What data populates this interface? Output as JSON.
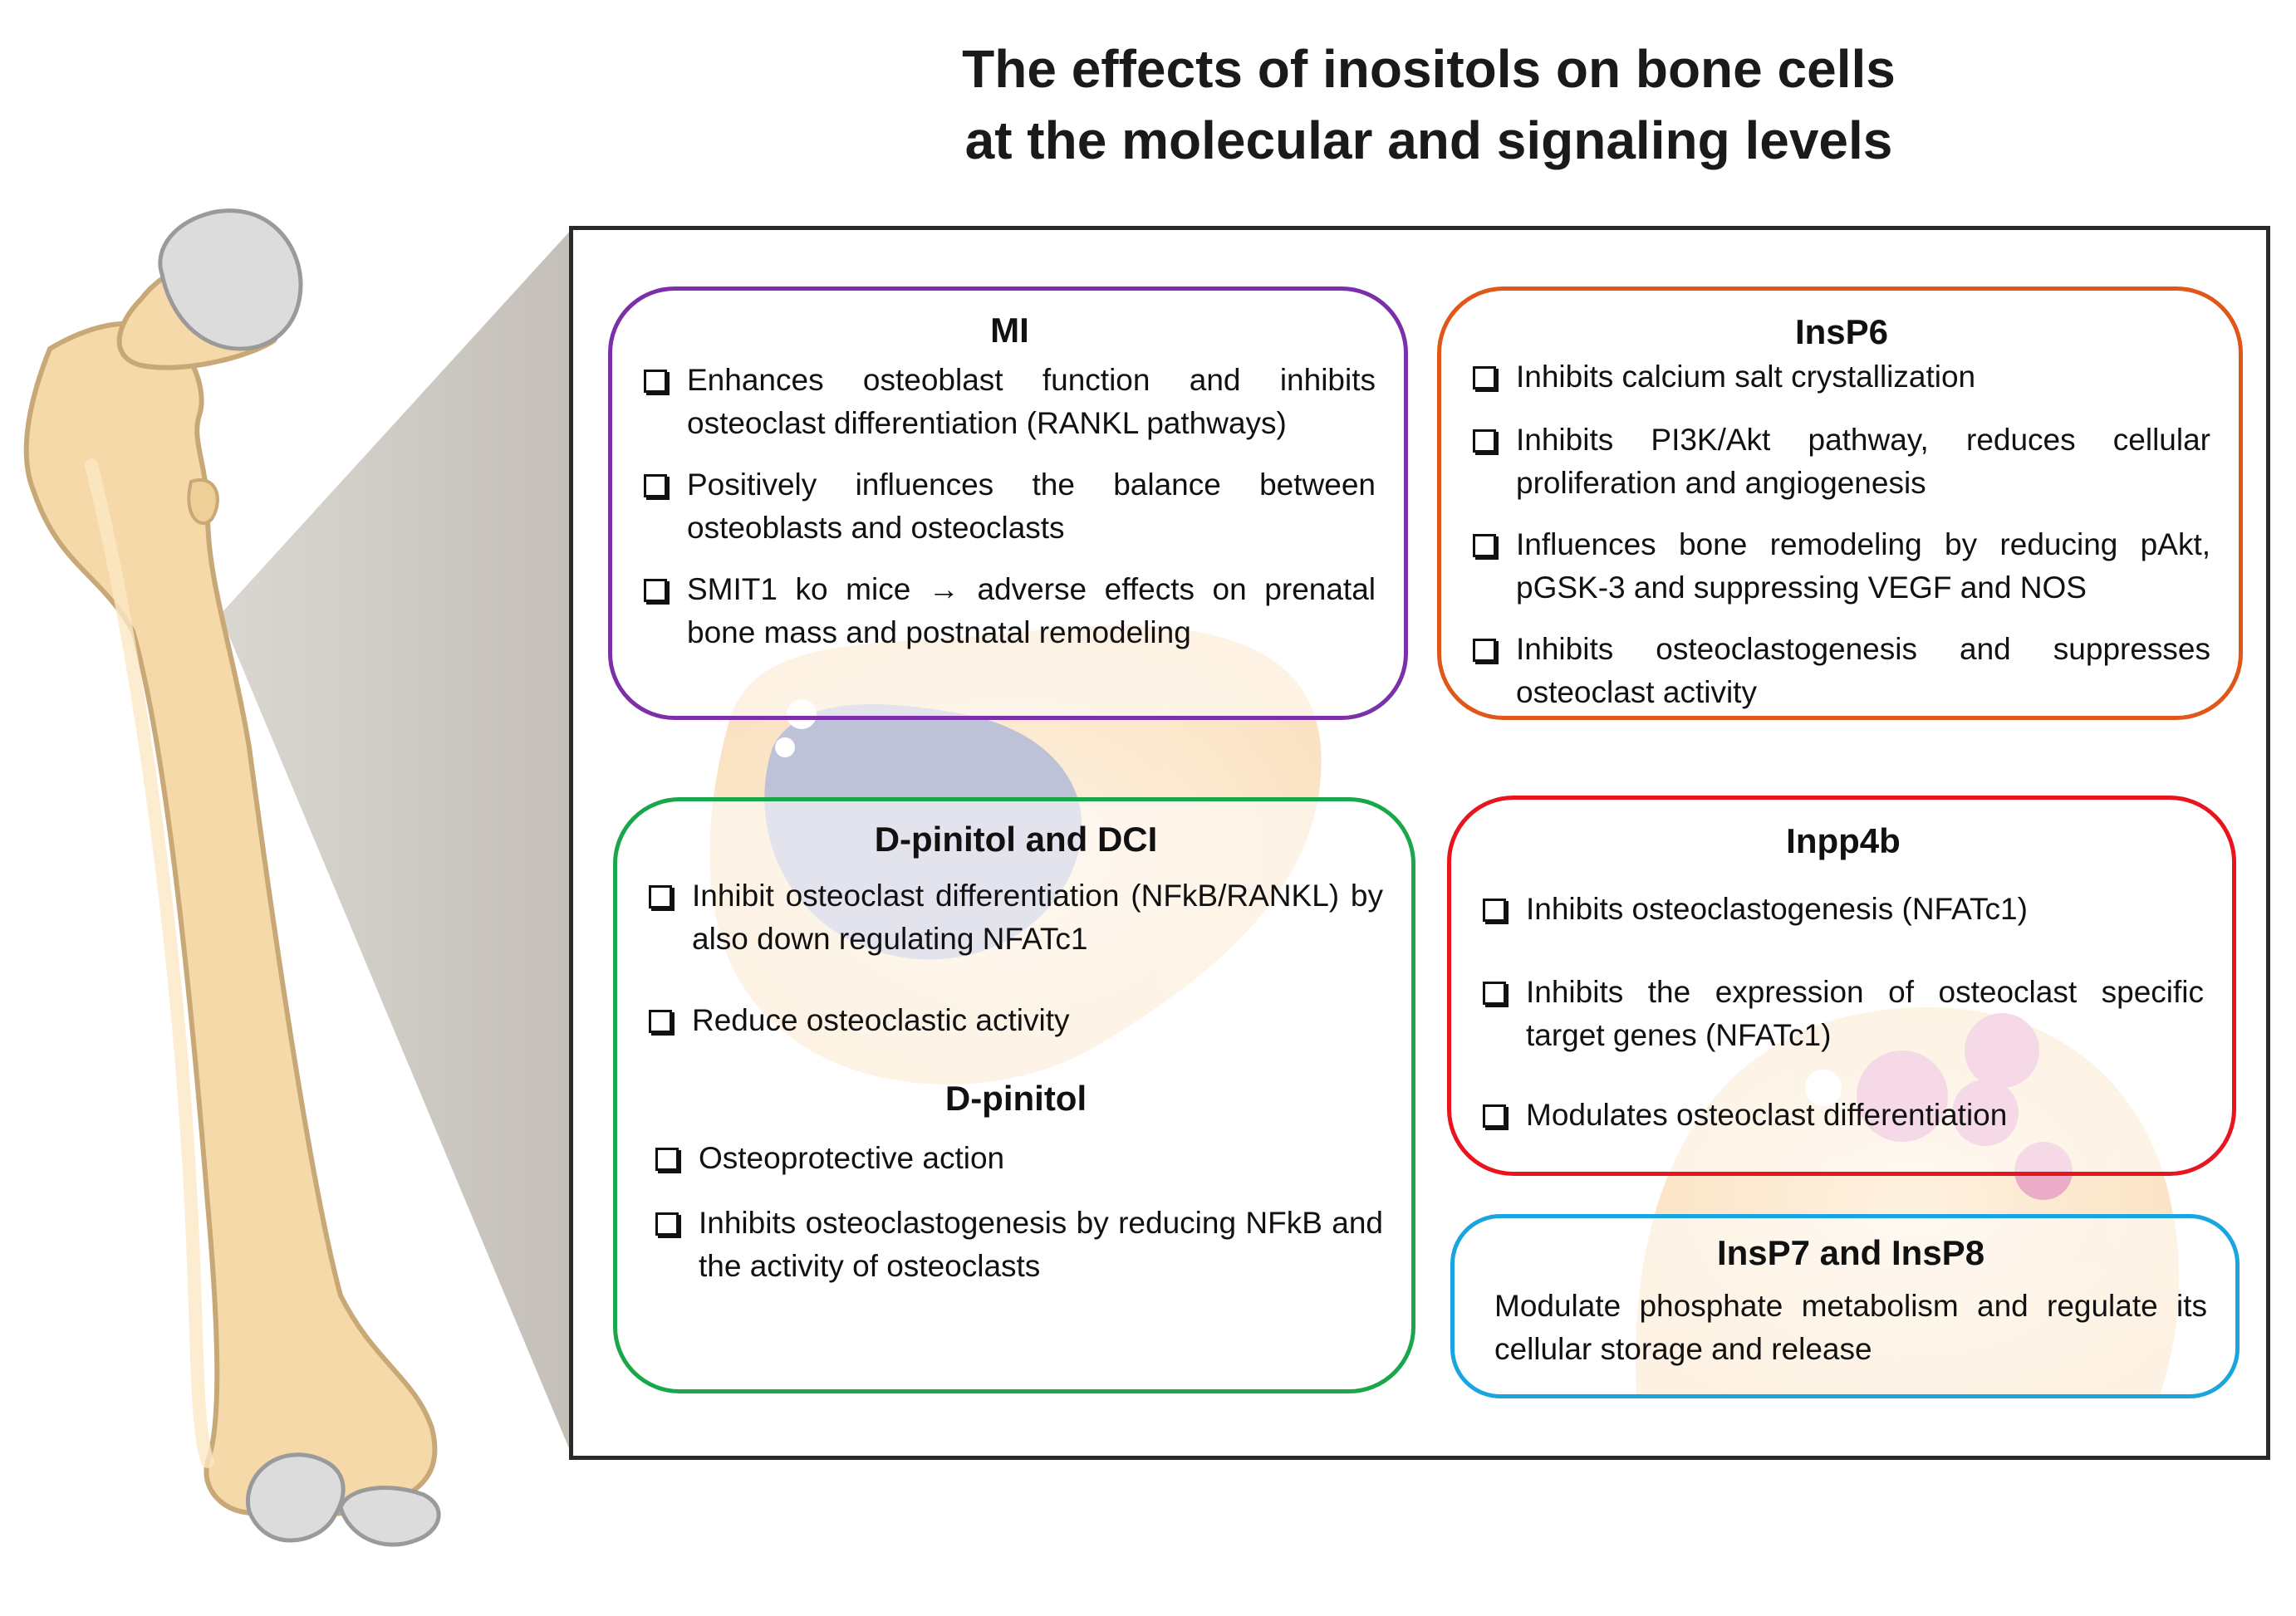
{
  "title": {
    "line1": "The effects of inositols on bone cells",
    "line2": "at the molecular and signaling levels"
  },
  "colors": {
    "mi": "#7b2fa8",
    "insp6": "#e0571a",
    "dpinitol": "#1aa64a",
    "inpp4b": "#e8141e",
    "insp78": "#1aa5e0",
    "bone": "#f5d9a8",
    "cartilage": "#dcdcdc"
  },
  "boxes": {
    "mi": {
      "title": "MI",
      "items": [
        "Enhances osteoblast function and inhibits osteoclast differentiation (RANKL pathways)",
        "Positively influences the balance between osteoblasts and osteoclasts",
        "SMIT1 ko mice → adverse effects on prenatal bone mass and postnatal remodeling"
      ]
    },
    "insp6": {
      "title": "InsP6",
      "items": [
        "Inhibits calcium salt crystallization",
        "Inhibits PI3K/Akt pathway, reduces cellular proliferation and angiogenesis",
        "Influences bone remodeling by reducing pAkt, pGSK-3 and suppressing VEGF and NOS",
        "Inhibits osteoclastogenesis and suppresses osteoclast activity"
      ]
    },
    "dpinitol": {
      "title": "D-pinitol and DCI",
      "items": [
        "Inhibit osteoclast differentiation (NFkB/RANKL) by also down regulating NFATc1",
        "Reduce osteoclastic activity"
      ],
      "subtitle": "D-pinitol",
      "subitems": [
        "Osteoprotective action",
        "Inhibits osteoclastogenesis by reducing NFkB and the activity of osteoclasts"
      ]
    },
    "inpp4b": {
      "title": "Inpp4b",
      "items": [
        "Inhibits osteoclastogenesis (NFATc1)",
        "Inhibits the expression of osteoclast specific target genes (NFATc1)",
        "Modulates osteoclast differentiation"
      ]
    },
    "insp78": {
      "title": "InsP7 and InsP8",
      "text": "Modulate phosphate metabolism and regulate its cellular storage and release"
    }
  }
}
